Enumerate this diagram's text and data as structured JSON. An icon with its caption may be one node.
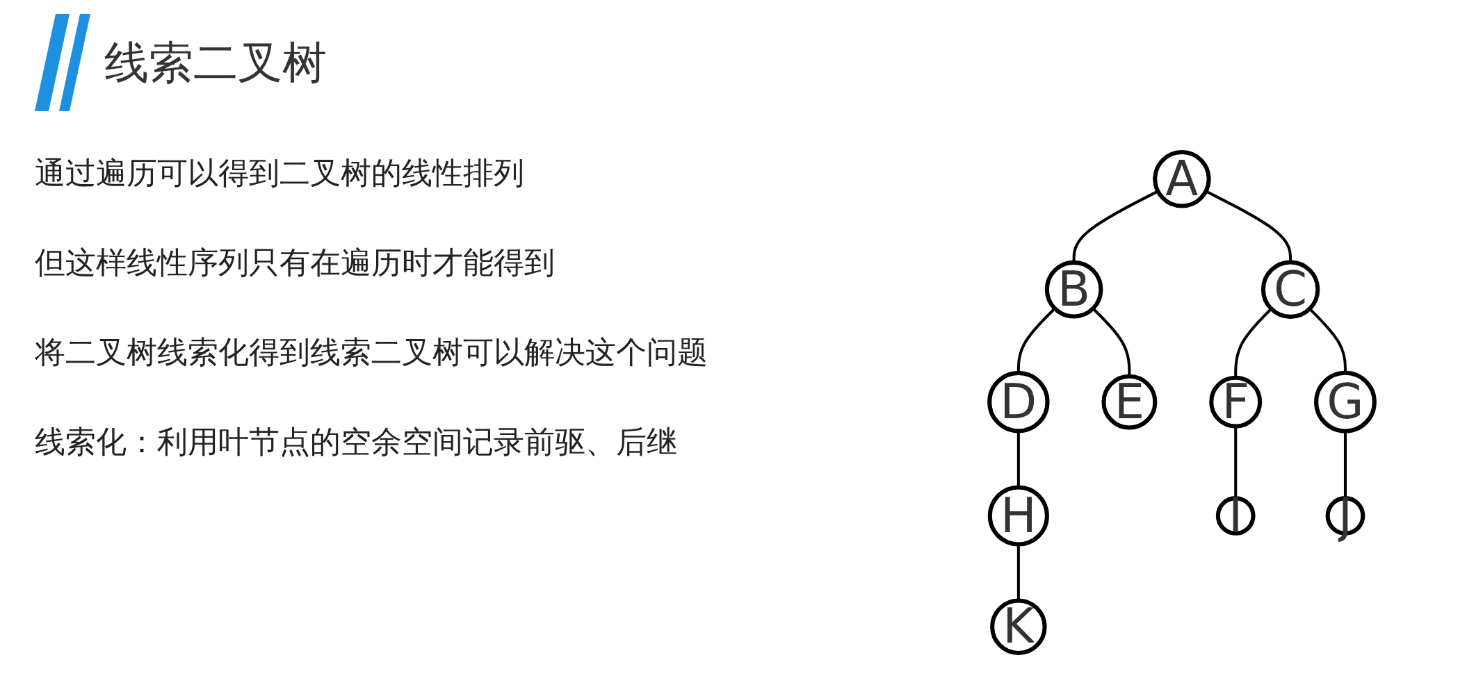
{
  "diagram": {
    "title": "线索二叉树",
    "nodes": [
      {
        "text": [
          "A"
        ]
      },
      {
        "text": [
          "B"
        ]
      },
      {
        "text": [
          "C"
        ]
      },
      {
        "text": [
          "D"
        ]
      },
      {
        "text": [
          "E"
        ]
      },
      {
        "text": [
          "F"
        ]
      },
      {
        "text": [
          "G"
        ]
      },
      {
        "text": [
          "H"
        ]
      },
      {
        "text": [
          "I"
        ]
      },
      {
        "text": [
          "J"
        ]
      },
      {
        "text": [
          "K"
        ]
      }
    ],
    "edges": [
      {
        "from": 0,
        "to": 1,
        "arrow": "none"
      },
      {
        "from": 0,
        "to": 2,
        "arrow": "none"
      },
      {
        "from": 1,
        "to": 3,
        "arrow": "none"
      },
      {
        "from": 1,
        "to": 4,
        "arrow": "none"
      },
      {
        "from": 2,
        "to": 5,
        "arrow": "none"
      },
      {
        "from": 2,
        "to": 6,
        "arrow": "none"
      },
      {
        "from": 3,
        "to": 7,
        "arrow": "none"
      },
      {
        "from": 5,
        "to": 8,
        "arrow": "none"
      },
      {
        "from": 6,
        "to": 9,
        "arrow": "none"
      },
      {
        "from": 7,
        "to": 10,
        "arrow": "none"
      }
    ],
    "labels": [
      "通过遍历可以得到二叉树的线性排列",
      "但这样线性序列只有在遍历时才能得到",
      "将二叉树线索化得到线索二叉树可以解决这个问题",
      "线索化：利用叶节点的空余空间记录前驱、后继"
    ]
  }
}
